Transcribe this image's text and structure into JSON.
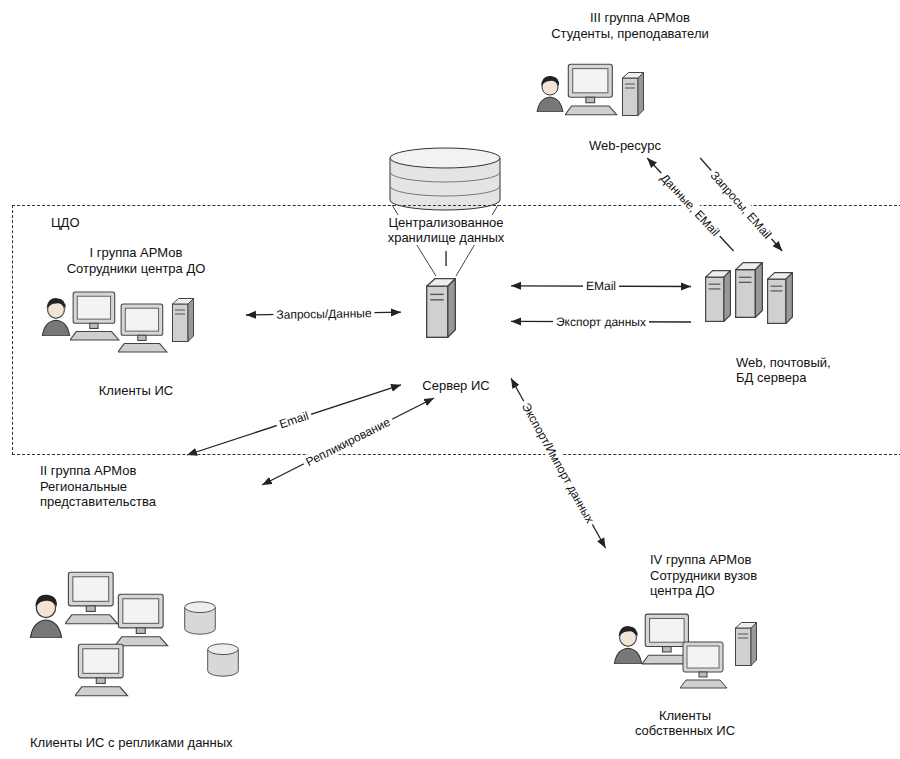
{
  "diagram": {
    "nodes": [
      {
        "text": [
          "III группа АРМов",
          "Студенты, преподаватели",
          "Web-ресурс"
        ]
      },
      {
        "text": [
          "ЦДО"
        ]
      },
      {
        "text": [
          "I группа АРМов",
          "Сотрудники центра ДО",
          "Клиенты ИС"
        ],
        "in": 1
      },
      {
        "text": [
          "Централизованное хранилище данных"
        ],
        "in": 1
      },
      {
        "text": [
          "Сервер ИС"
        ],
        "in": 1
      },
      {
        "text": [
          "Web, почтовый, БД сервера"
        ],
        "in": 1
      },
      {
        "text": [
          "II группа АРМов",
          "Региональные представительства",
          "Клиенты ИС с репликами данных"
        ]
      },
      {
        "text": [
          "IV группа АРМов",
          "Сотрудники вузов центра ДО",
          "Клиенты собственных ИС"
        ]
      }
    ],
    "edges": [
      {
        "from": 2,
        "to": 4,
        "label": "Запросы/Данные",
        "arrow": "both"
      },
      {
        "from": 3,
        "to": 4,
        "arrow": "none"
      },
      {
        "from": 4,
        "to": 5,
        "label": "EMail",
        "arrow": "both"
      },
      {
        "from": 5,
        "to": 4,
        "label": "Экспорт данных",
        "arrow": "to"
      },
      {
        "from": 5,
        "to": 0,
        "label": "Данные, EMail",
        "arrow": "to"
      },
      {
        "from": 0,
        "to": 5,
        "label": "Запросы, EMail",
        "arrow": "to"
      },
      {
        "from": 4,
        "to": 6,
        "label": "Email",
        "arrow": "both"
      },
      {
        "from": 4,
        "to": 6,
        "label": "Репликирование",
        "arrow": "both"
      },
      {
        "from": 4,
        "to": 7,
        "label": "Экспорт/Импорт данных",
        "arrow": "both"
      }
    ]
  }
}
